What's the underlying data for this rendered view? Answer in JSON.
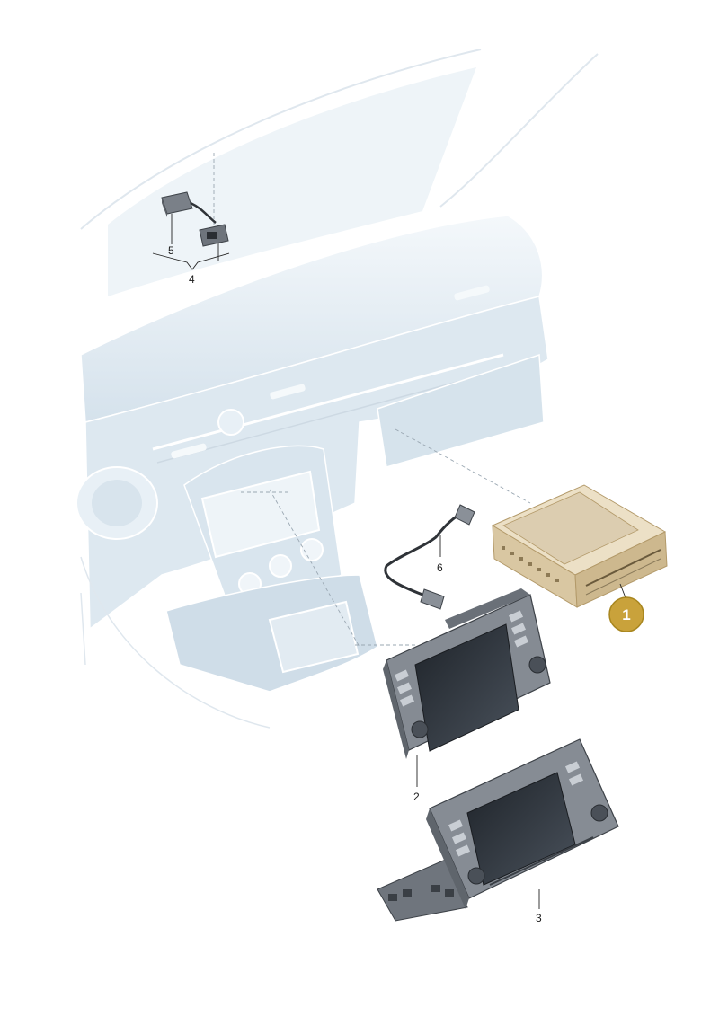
{
  "parts": [
    {
      "id": "part-1",
      "label": "1",
      "highlighted": true
    },
    {
      "id": "part-2",
      "label": "2"
    },
    {
      "id": "part-3",
      "label": "3"
    },
    {
      "id": "part-4",
      "label": "4"
    },
    {
      "id": "part-5",
      "label": "5"
    },
    {
      "id": "part-6",
      "label": "6"
    }
  ],
  "colors": {
    "dashboard_fill": "#e3edf4",
    "dashboard_stroke": "#ffffff",
    "unit_fill": "#8a9098",
    "screen_fill": "#2b3038",
    "highlight_fill": "#dcc9a6",
    "badge_fill": "#c9a23b"
  }
}
